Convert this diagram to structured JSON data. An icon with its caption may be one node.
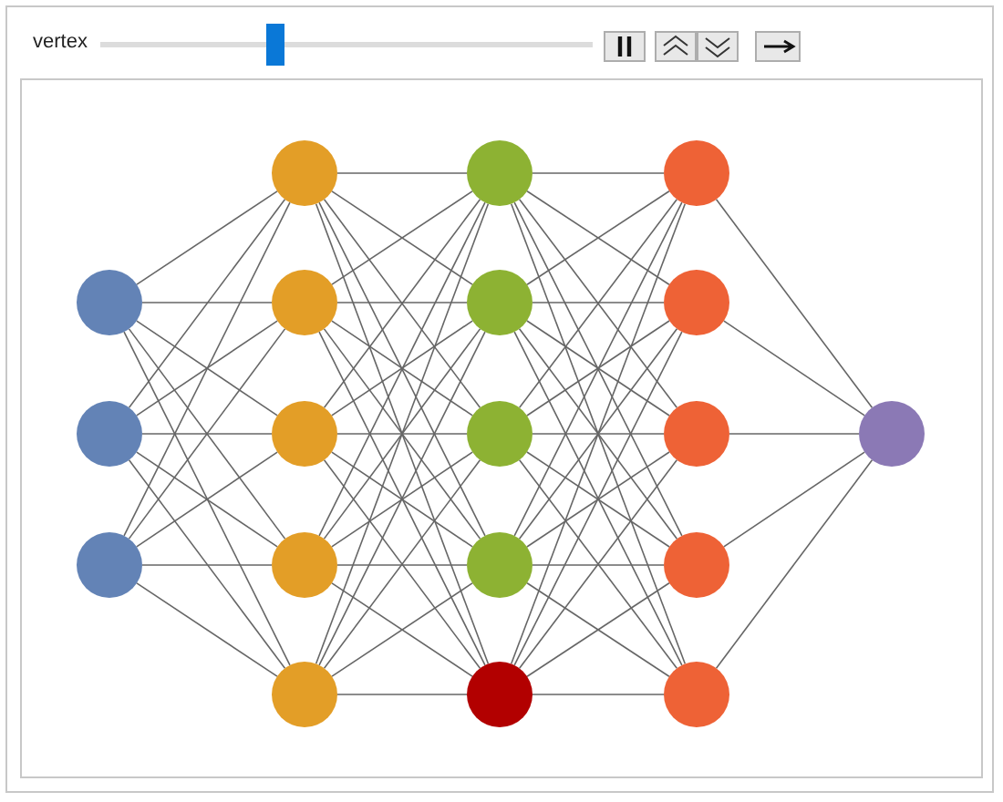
{
  "diagram": {
    "nodes": [
      {
        "text": [],
        "shape": "circle"
      },
      {
        "text": [],
        "shape": "circle"
      },
      {
        "text": [],
        "shape": "circle"
      },
      {
        "text": [],
        "shape": "circle"
      },
      {
        "text": [],
        "shape": "circle"
      },
      {
        "text": [],
        "shape": "circle"
      },
      {
        "text": [],
        "shape": "circle"
      },
      {
        "text": [],
        "shape": "circle"
      },
      {
        "text": [],
        "shape": "circle"
      },
      {
        "text": [],
        "shape": "circle"
      },
      {
        "text": [],
        "shape": "circle"
      },
      {
        "text": [],
        "shape": "circle"
      },
      {
        "text": [],
        "shape": "circle"
      },
      {
        "text": [],
        "shape": "circle"
      },
      {
        "text": [],
        "shape": "circle"
      },
      {
        "text": [],
        "shape": "circle"
      },
      {
        "text": [],
        "shape": "circle"
      },
      {
        "text": [],
        "shape": "circle"
      },
      {
        "text": [],
        "shape": "circle"
      }
    ],
    "edges": [
      {
        "from": 0,
        "to": 3,
        "arrow": "none"
      },
      {
        "from": 0,
        "to": 4,
        "arrow": "none"
      },
      {
        "from": 0,
        "to": 5,
        "arrow": "none"
      },
      {
        "from": 0,
        "to": 6,
        "arrow": "none"
      },
      {
        "from": 0,
        "to": 7,
        "arrow": "none"
      },
      {
        "from": 1,
        "to": 3,
        "arrow": "none"
      },
      {
        "from": 1,
        "to": 4,
        "arrow": "none"
      },
      {
        "from": 1,
        "to": 5,
        "arrow": "none"
      },
      {
        "from": 1,
        "to": 6,
        "arrow": "none"
      },
      {
        "from": 1,
        "to": 7,
        "arrow": "none"
      },
      {
        "from": 2,
        "to": 3,
        "arrow": "none"
      },
      {
        "from": 2,
        "to": 4,
        "arrow": "none"
      },
      {
        "from": 2,
        "to": 5,
        "arrow": "none"
      },
      {
        "from": 2,
        "to": 6,
        "arrow": "none"
      },
      {
        "from": 2,
        "to": 7,
        "arrow": "none"
      },
      {
        "from": 3,
        "to": 8,
        "arrow": "none"
      },
      {
        "from": 3,
        "to": 9,
        "arrow": "none"
      },
      {
        "from": 3,
        "to": 10,
        "arrow": "none"
      },
      {
        "from": 3,
        "to": 11,
        "arrow": "none"
      },
      {
        "from": 3,
        "to": 12,
        "arrow": "none"
      },
      {
        "from": 4,
        "to": 8,
        "arrow": "none"
      },
      {
        "from": 4,
        "to": 9,
        "arrow": "none"
      },
      {
        "from": 4,
        "to": 10,
        "arrow": "none"
      },
      {
        "from": 4,
        "to": 11,
        "arrow": "none"
      },
      {
        "from": 4,
        "to": 12,
        "arrow": "none"
      },
      {
        "from": 5,
        "to": 8,
        "arrow": "none"
      },
      {
        "from": 5,
        "to": 9,
        "arrow": "none"
      },
      {
        "from": 5,
        "to": 10,
        "arrow": "none"
      },
      {
        "from": 5,
        "to": 11,
        "arrow": "none"
      },
      {
        "from": 5,
        "to": 12,
        "arrow": "none"
      },
      {
        "from": 6,
        "to": 8,
        "arrow": "none"
      },
      {
        "from": 6,
        "to": 9,
        "arrow": "none"
      },
      {
        "from": 6,
        "to": 10,
        "arrow": "none"
      },
      {
        "from": 6,
        "to": 11,
        "arrow": "none"
      },
      {
        "from": 6,
        "to": 12,
        "arrow": "none"
      },
      {
        "from": 7,
        "to": 8,
        "arrow": "none"
      },
      {
        "from": 7,
        "to": 9,
        "arrow": "none"
      },
      {
        "from": 7,
        "to": 10,
        "arrow": "none"
      },
      {
        "from": 7,
        "to": 11,
        "arrow": "none"
      },
      {
        "from": 7,
        "to": 12,
        "arrow": "none"
      },
      {
        "from": 8,
        "to": 13,
        "arrow": "none"
      },
      {
        "from": 8,
        "to": 14,
        "arrow": "none"
      },
      {
        "from": 8,
        "to": 15,
        "arrow": "none"
      },
      {
        "from": 8,
        "to": 16,
        "arrow": "none"
      },
      {
        "from": 8,
        "to": 17,
        "arrow": "none"
      },
      {
        "from": 9,
        "to": 13,
        "arrow": "none"
      },
      {
        "from": 9,
        "to": 14,
        "arrow": "none"
      },
      {
        "from": 9,
        "to": 15,
        "arrow": "none"
      },
      {
        "from": 9,
        "to": 16,
        "arrow": "none"
      },
      {
        "from": 9,
        "to": 17,
        "arrow": "none"
      },
      {
        "from": 10,
        "to": 13,
        "arrow": "none"
      },
      {
        "from": 10,
        "to": 14,
        "arrow": "none"
      },
      {
        "from": 10,
        "to": 15,
        "arrow": "none"
      },
      {
        "from": 10,
        "to": 16,
        "arrow": "none"
      },
      {
        "from": 10,
        "to": 17,
        "arrow": "none"
      },
      {
        "from": 11,
        "to": 13,
        "arrow": "none"
      },
      {
        "from": 11,
        "to": 14,
        "arrow": "none"
      },
      {
        "from": 11,
        "to": 15,
        "arrow": "none"
      },
      {
        "from": 11,
        "to": 16,
        "arrow": "none"
      },
      {
        "from": 11,
        "to": 17,
        "arrow": "none"
      },
      {
        "from": 12,
        "to": 13,
        "arrow": "none"
      },
      {
        "from": 12,
        "to": 14,
        "arrow": "none"
      },
      {
        "from": 12,
        "to": 15,
        "arrow": "none"
      },
      {
        "from": 12,
        "to": 16,
        "arrow": "none"
      },
      {
        "from": 12,
        "to": 17,
        "arrow": "none"
      },
      {
        "from": 13,
        "to": 18,
        "arrow": "none"
      },
      {
        "from": 14,
        "to": 18,
        "arrow": "none"
      },
      {
        "from": 15,
        "to": 18,
        "arrow": "none"
      },
      {
        "from": 16,
        "to": 18,
        "arrow": "none"
      },
      {
        "from": 17,
        "to": 18,
        "arrow": "none"
      }
    ],
    "labels": [
      "vertex"
    ]
  }
}
